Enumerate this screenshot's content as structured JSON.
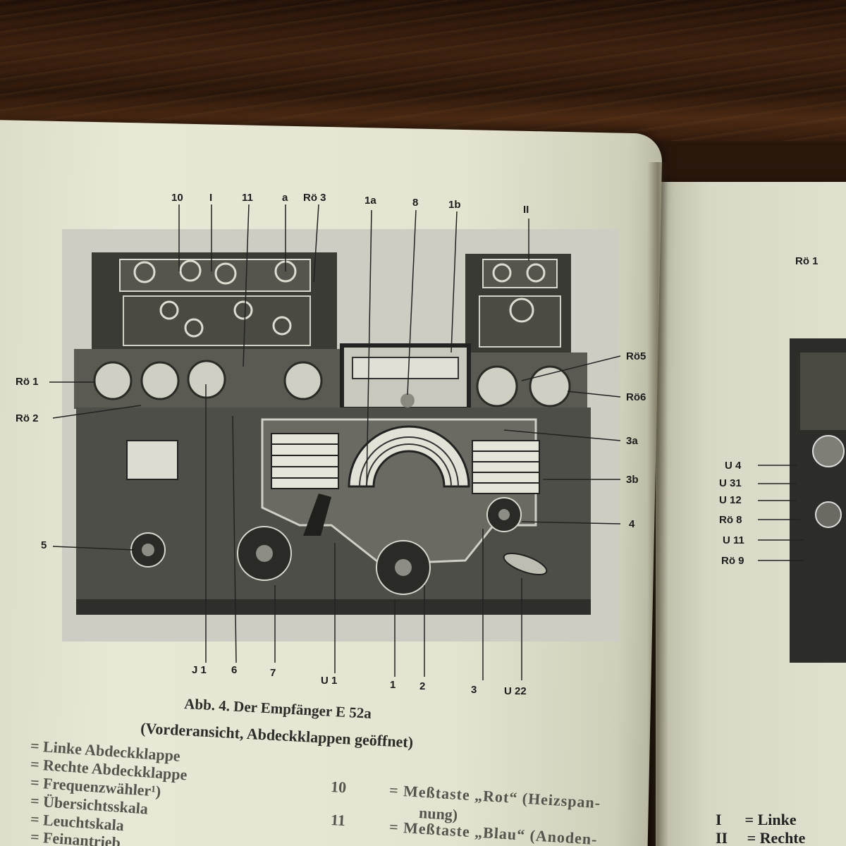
{
  "figure": {
    "caption_title": "Abb. 4. Der Empfänger E 52a",
    "caption_subtitle": "(Vorderansicht, Abdeckklappen geöffnet)",
    "labels_top": [
      "10",
      "I",
      "11",
      "a",
      "Rö 3",
      "1a",
      "8",
      "1b",
      "II"
    ],
    "labels_left": [
      "Rö 1",
      "Rö 2",
      "5"
    ],
    "labels_right": [
      "Rö5",
      "Rö6",
      "3a",
      "3b",
      "4"
    ],
    "labels_bottom": [
      "J 1",
      "6",
      "7",
      "U 1",
      "1",
      "2",
      "3",
      "U 22"
    ]
  },
  "right_figure": {
    "labels_top": [
      "Rö 1"
    ],
    "labels_left": [
      "U 4",
      "U 31",
      "U 12",
      "Rö 8",
      "U 11",
      "Rö 9"
    ]
  },
  "legend": {
    "left_column": [
      "= Linke Abdeckklappe",
      "= Rechte Abdeckklappe",
      "= Frequenzwähler¹)",
      "= Übersichtsskala",
      "= Leuchtskala",
      "= Feinantrieb"
    ],
    "entry_10_num": "10",
    "entry_10_text": "= Meßtaste „Rot“ (Heizspan-",
    "entry_10_cont": "nung)",
    "entry_11_num": "11",
    "entry_11_text": "= Meßtaste „Blau“ (Anoden-",
    "right_page_1": "I      = Linke",
    "right_page_2": "II     = Rechte"
  },
  "colors": {
    "paper": "#e6e6d3",
    "ink": "#1c1c1c",
    "wood": "#3a2010"
  }
}
